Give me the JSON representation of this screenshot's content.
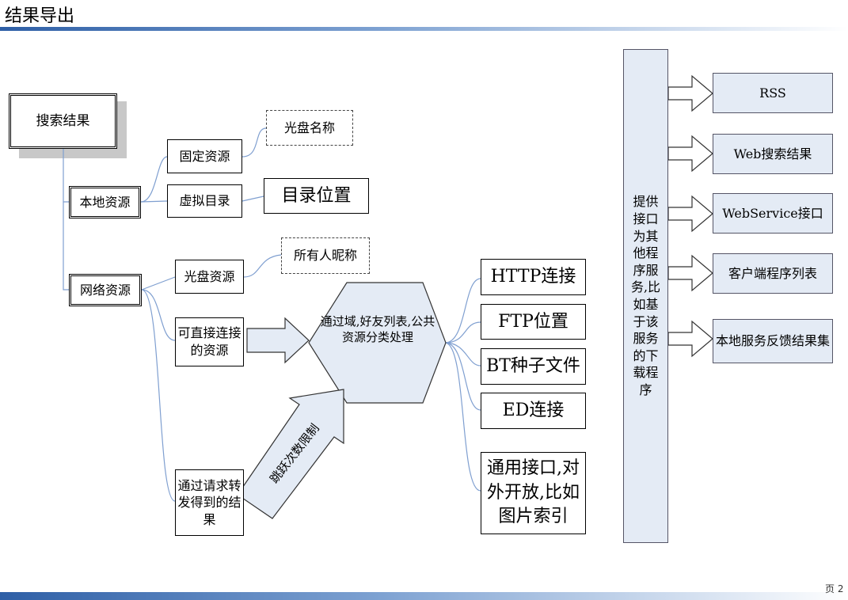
{
  "header": {
    "title": "结果导出",
    "page_label": "页 2"
  },
  "nodes": {
    "search_results": "搜索结果",
    "local_resources": "本地资源",
    "fixed_resources": "固定资源",
    "virtual_directory": "虚拟目录",
    "disc_name": "光盘名称",
    "directory_location": "目录位置",
    "network_resources": "网络资源",
    "disc_resources": "光盘资源",
    "owner_nickname": "所有人昵称",
    "direct_resources": "可直接连接的资源",
    "forwarded_results": "通过请求转发得到的结果",
    "hop_limit": "跳跃次数限制",
    "processing": "通过域,好友列表,公共资源分类处理",
    "http_link": "HTTP连接",
    "ftp_location": "FTP位置",
    "bt_seed_file": "BT种子文件",
    "ed_link": "ED连接",
    "generic_interface": "通用接口,对外开放,比如图片索引",
    "service_provider": "提供接口为其他程序服务,比如基于该服务的下载程序"
  },
  "services": [
    "RSS",
    "Web搜索结果",
    "WebService接口",
    "客户端程序列表",
    "本地服务反馈结果集"
  ],
  "colors": {
    "accent": "#2e5fa6",
    "connector": "#7f9fd0",
    "service_fill": "#e4ebf5",
    "hexagon_fill": "#e4ebf5"
  }
}
